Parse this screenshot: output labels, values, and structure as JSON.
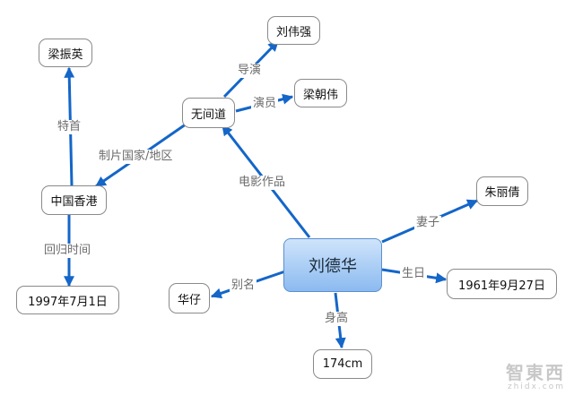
{
  "nodes": {
    "center": "刘德华",
    "wujiandao": "无间道",
    "zhongguo_xianggang": "中国香港",
    "liang_zhenying": "梁振英",
    "liu_weiqiang": "刘伟强",
    "liang_chaowei": "梁朝伟",
    "zhu_liqian": "朱丽倩",
    "birth_date": "1961年9月27日",
    "huazai": "华仔",
    "height": "174cm",
    "return_date": "1997年7月1日"
  },
  "edges": {
    "daoyan": "导演",
    "yanyuan": "演员",
    "zhipian": "制片国家/地区",
    "teshou": "特首",
    "dianying": "电影作品",
    "huigui": "回归时间",
    "qizi": "妻子",
    "shengri": "生日",
    "bieming": "别名",
    "shengao": "身高"
  },
  "colors": {
    "arrow": "#1466c8",
    "center_top": "#cfe4fb",
    "center_bottom": "#8bbaf0"
  },
  "watermark": {
    "main": "智東西",
    "sub": "zhidx.com"
  }
}
